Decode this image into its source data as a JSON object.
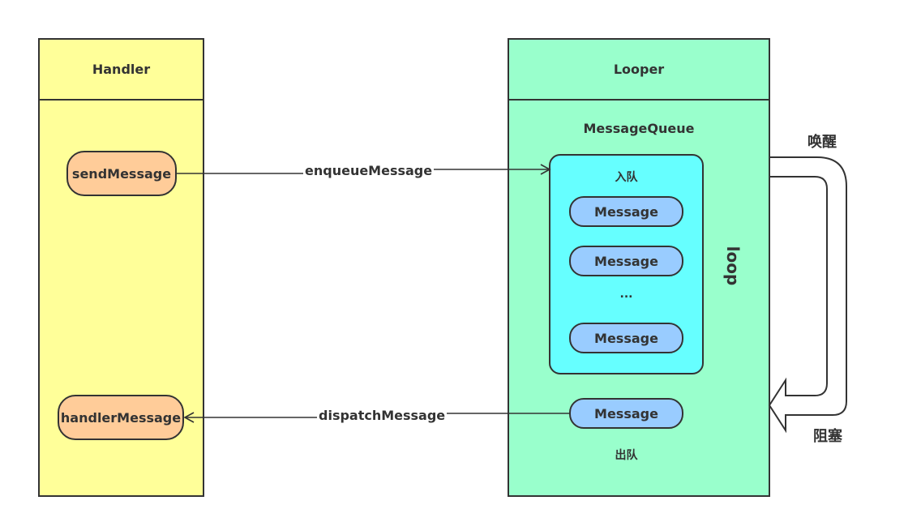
{
  "handler": {
    "title": "Handler",
    "send_message": "sendMessage",
    "handle_message": "handlerMessage"
  },
  "looper": {
    "title": "Looper",
    "queue_title": "MessageQueue",
    "enqueue_label": "入队",
    "messages": [
      "Message",
      "Message",
      "Message"
    ],
    "ellipsis": "...",
    "dequeued_message": "Message",
    "dequeue_label": "出队",
    "loop_label": "loop"
  },
  "edges": {
    "enqueue": "enqueueMessage",
    "dispatch": "dispatchMessage"
  },
  "loop_arrow": {
    "wake_label": "唤醒",
    "block_label": "阻塞"
  },
  "colors": {
    "handler_fill": "#ffff99",
    "looper_fill": "#99ffcc",
    "queue_fill": "#66ffff",
    "pill_orange": "#ffcc99",
    "pill_blue": "#99ccff",
    "stroke": "#333333"
  }
}
